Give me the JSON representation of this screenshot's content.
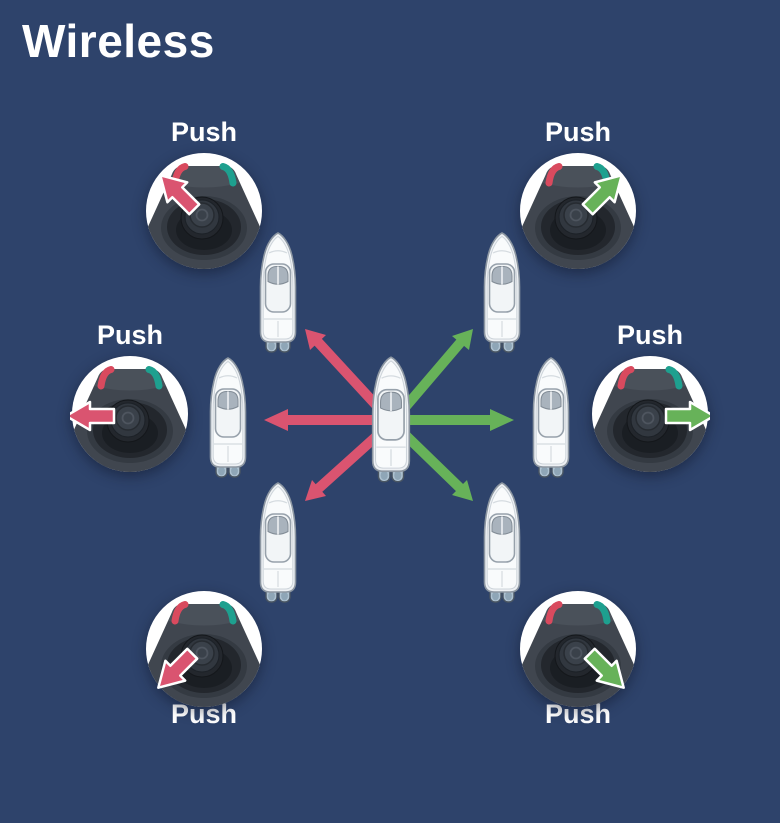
{
  "title": "Wireless",
  "colors": {
    "background": "#2e436b",
    "text": "#ffffff",
    "arrow_red": "#da5470",
    "arrow_green": "#67b259",
    "indicator_red": "#d94a5e",
    "indicator_teal": "#1ea08f",
    "pad_white": "#ffffff",
    "pad_panel": "#40464f"
  },
  "icons": {
    "joystick": "joystick-pad-icon",
    "boat": "boat-top-view-icon",
    "arrow": "block-arrow-icon"
  },
  "joysticks": [
    {
      "id": "top-left",
      "label": "Push",
      "push_direction": "up-left",
      "arrow_color": "#da5470"
    },
    {
      "id": "top-right",
      "label": "Push",
      "push_direction": "up-right",
      "arrow_color": "#67b259"
    },
    {
      "id": "mid-left",
      "label": "Push",
      "push_direction": "left",
      "arrow_color": "#da5470"
    },
    {
      "id": "mid-right",
      "label": "Push",
      "push_direction": "right",
      "arrow_color": "#67b259"
    },
    {
      "id": "bottom-left",
      "label": "Push",
      "push_direction": "down-left",
      "arrow_color": "#da5470"
    },
    {
      "id": "bottom-right",
      "label": "Push",
      "push_direction": "down-right",
      "arrow_color": "#67b259"
    }
  ],
  "diagram": {
    "center_boat": "boat-top-view",
    "movement_arrows": [
      {
        "direction": "up-left",
        "color": "#da5470"
      },
      {
        "direction": "left",
        "color": "#da5470"
      },
      {
        "direction": "down-left",
        "color": "#da5470"
      },
      {
        "direction": "up-right",
        "color": "#67b259"
      },
      {
        "direction": "right",
        "color": "#67b259"
      },
      {
        "direction": "down-right",
        "color": "#67b259"
      }
    ],
    "target_boats": [
      "up-left",
      "up-right",
      "left",
      "right",
      "down-left",
      "down-right"
    ]
  }
}
